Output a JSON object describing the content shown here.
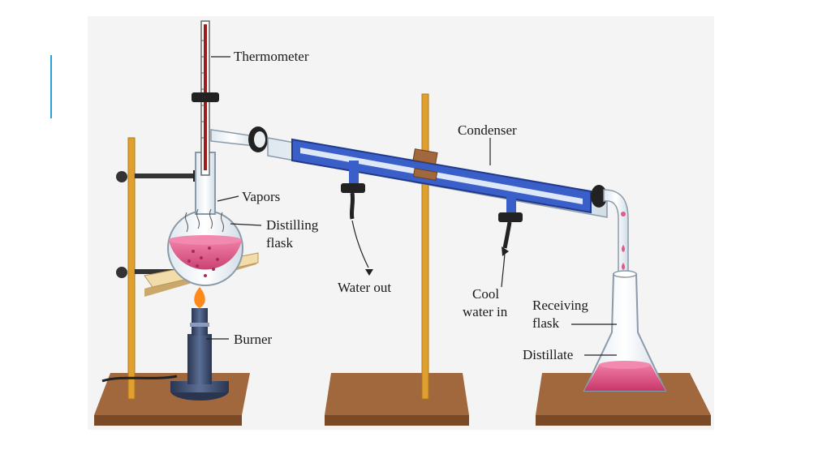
{
  "labels": {
    "thermometer": "Thermometer",
    "condenser": "Condenser",
    "vapors": "Vapors",
    "distilling_flask": [
      "Distilling",
      "flask"
    ],
    "water_out": "Water out",
    "cool_water_in": [
      "Cool",
      "water in"
    ],
    "receiving_flask": [
      "Receiving",
      "flask"
    ],
    "distillate": "Distillate",
    "burner": "Burner"
  },
  "colors": {
    "accent_bar": "#29a3d6",
    "background": "#f4f4f4",
    "stand_base": "#a0683c",
    "rod": "#e0a030",
    "condenser_jacket": "#3b5fc8",
    "liquid": "#e05a8a",
    "burner_body": "#3a4a66",
    "flame": "#ff8a1a",
    "plate": "#f2dcaa"
  }
}
